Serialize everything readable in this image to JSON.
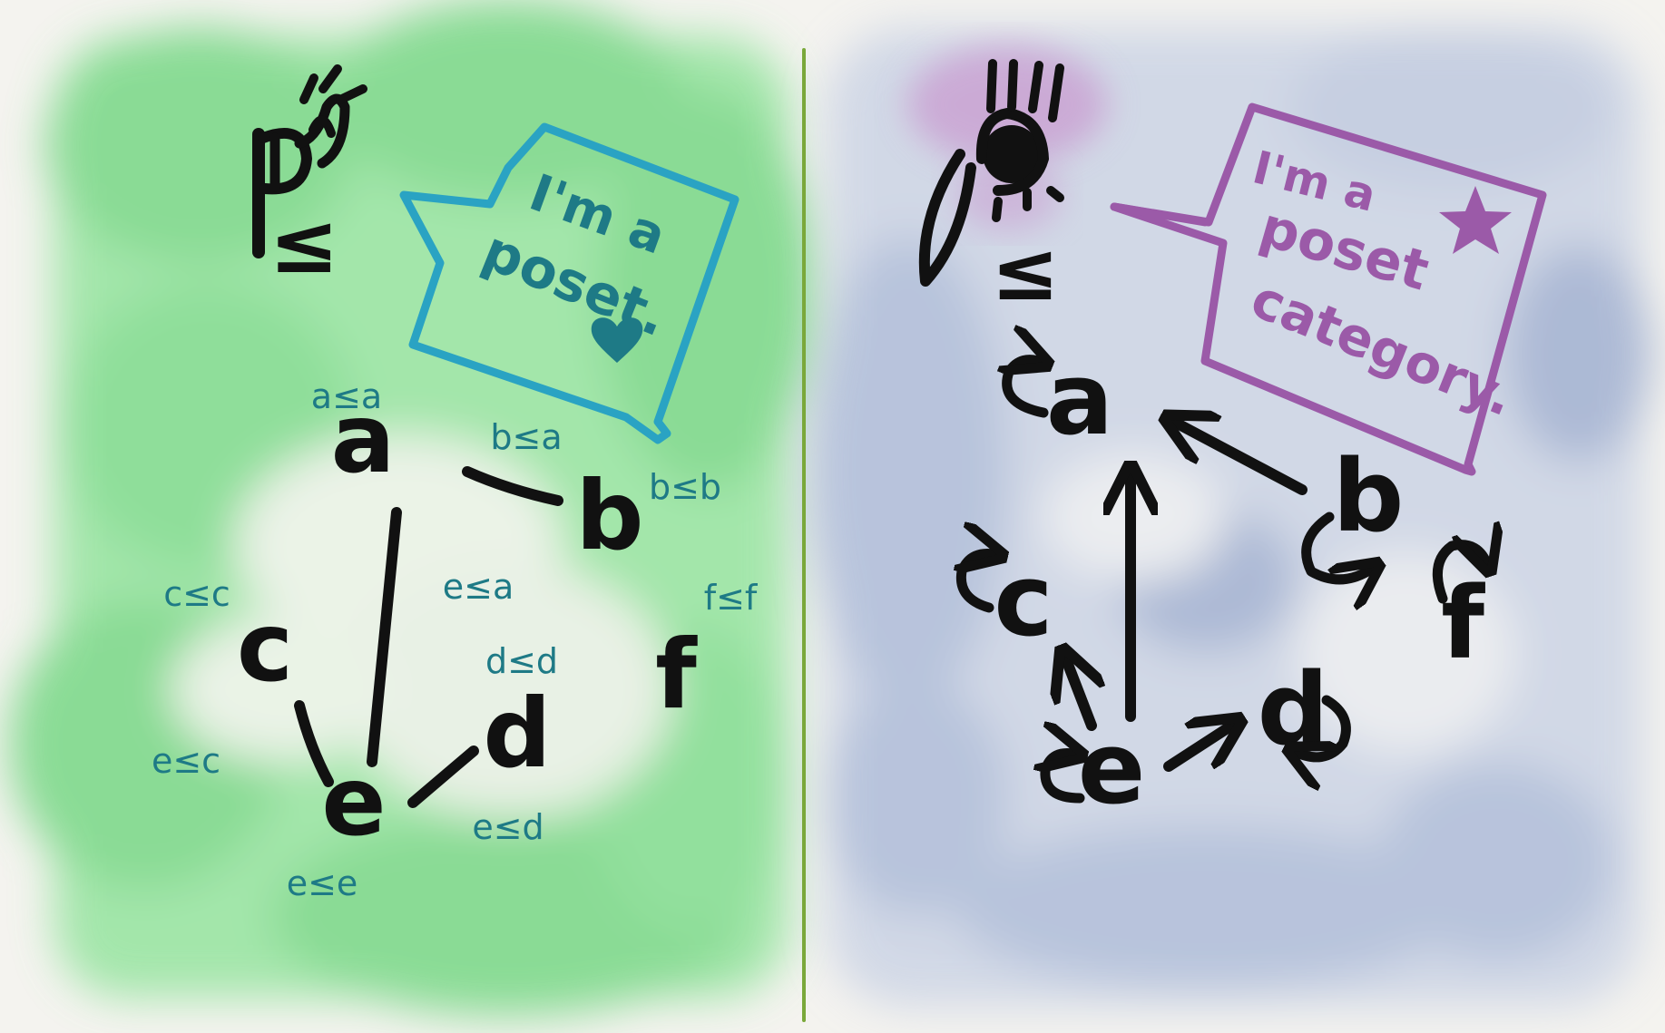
{
  "colors": {
    "background": "#f4f3ef",
    "left_wash": "#7ddc8a",
    "right_wash": "#9fb0d4",
    "right_blob": "#c99bd0",
    "divider": "#7aa83a",
    "ink": "#111111",
    "teal": "#1e7a86",
    "bubble_blue": "#2aa3c3",
    "purple": "#9b5aa8"
  },
  "left": {
    "bubble_line1": "I'm a",
    "bubble_line2": "poset.",
    "heart_icon": "heart-icon",
    "leq_symbol": "≤",
    "nodes": {
      "a": "a",
      "b": "b",
      "c": "c",
      "d": "d",
      "e": "e",
      "f": "f"
    },
    "relations": {
      "a_a": "a≤a",
      "b_a": "b≤a",
      "b_b": "b≤b",
      "c_c": "c≤c",
      "e_a": "e≤a",
      "f_f": "f≤f",
      "d_d": "d≤d",
      "e_c": "e≤c",
      "e_d": "e≤d",
      "e_e": "e≤e"
    }
  },
  "right": {
    "bubble_line1": "I'm a",
    "bubble_line2": "poset",
    "bubble_line3": "category.",
    "star_icon": "star-icon",
    "leq_symbol": "≤",
    "nodes": {
      "a": "a",
      "b": "b",
      "c": "c",
      "d": "d",
      "e": "e",
      "f": "f"
    }
  }
}
